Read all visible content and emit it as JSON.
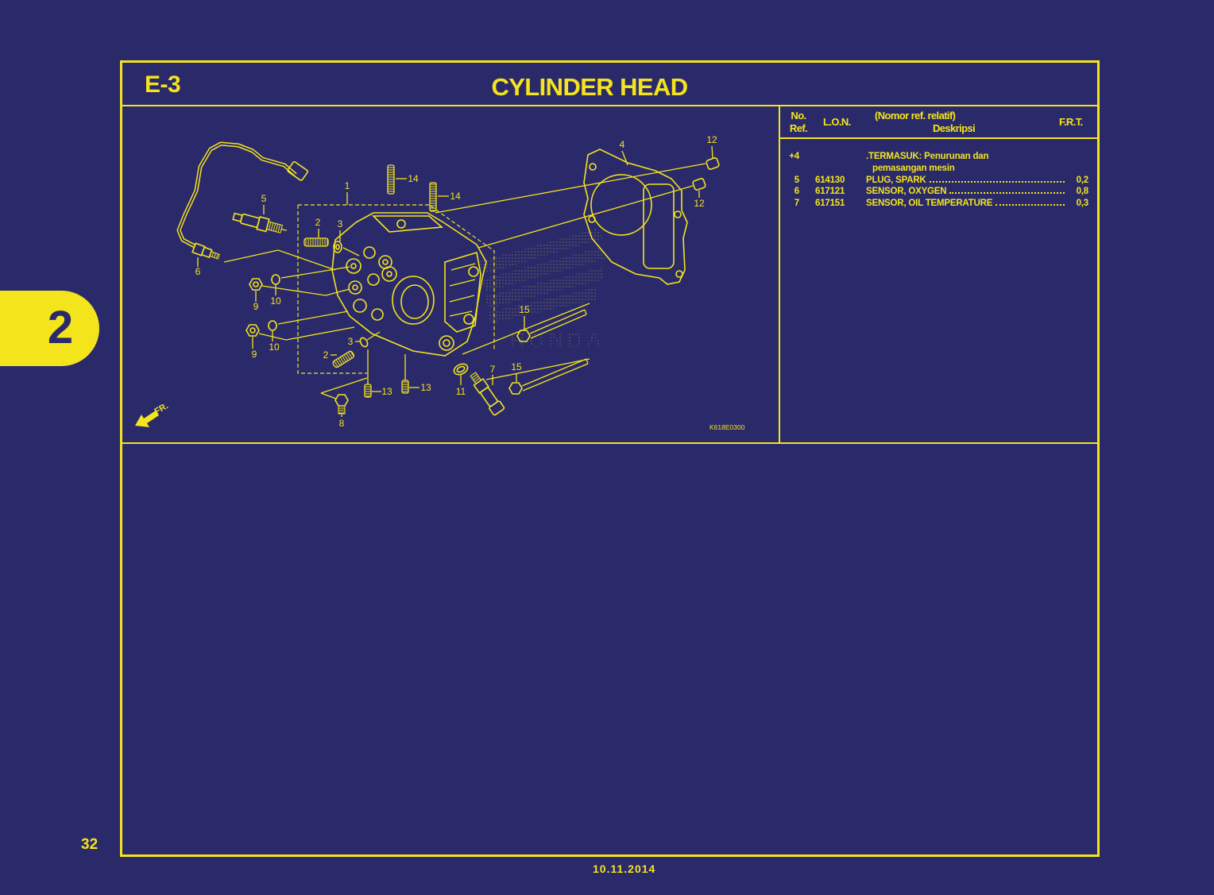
{
  "section_tab": "2",
  "header": {
    "section_code": "E-3",
    "title": "CYLINDER HEAD"
  },
  "parts_table": {
    "columns": {
      "no": "No.",
      "ref": "Ref.",
      "lon": "L.O.N.",
      "desc_note": "(Nomor ref. relatif)",
      "desc": "Deskripsi",
      "frt": "F.R.T."
    },
    "rows": [
      {
        "ref": "+4",
        "lon": "",
        "desc": ".TERMASUK: Penurunan dan",
        "desc_cont": "pemasangan mesin",
        "frt": ""
      },
      {
        "ref": "5",
        "lon": "614130",
        "desc": "PLUG, SPARK",
        "frt": "0,2"
      },
      {
        "ref": "6",
        "lon": "617121",
        "desc": "SENSOR, OXYGEN",
        "frt": "0,8"
      },
      {
        "ref": "7",
        "lon": "617151",
        "desc": "SENSOR, OIL TEMPERATURE",
        "frt": "0,3"
      }
    ]
  },
  "diagram": {
    "callouts": [
      "12",
      "4",
      "14",
      "14",
      "1",
      "5",
      "2",
      "3",
      "12",
      "6",
      "9",
      "10",
      "15",
      "9",
      "10",
      "3",
      "2",
      "7",
      "15",
      "13",
      "13",
      "11",
      "8"
    ],
    "fr_label": "FR.",
    "drawing_code": "K618E0300",
    "watermark": "HONDA",
    "line_color": "#f4e41c"
  },
  "colors": {
    "background": "#2a2a6b",
    "accent": "#f4e41c"
  },
  "page_number": "32",
  "print_date": "10.11.2014"
}
